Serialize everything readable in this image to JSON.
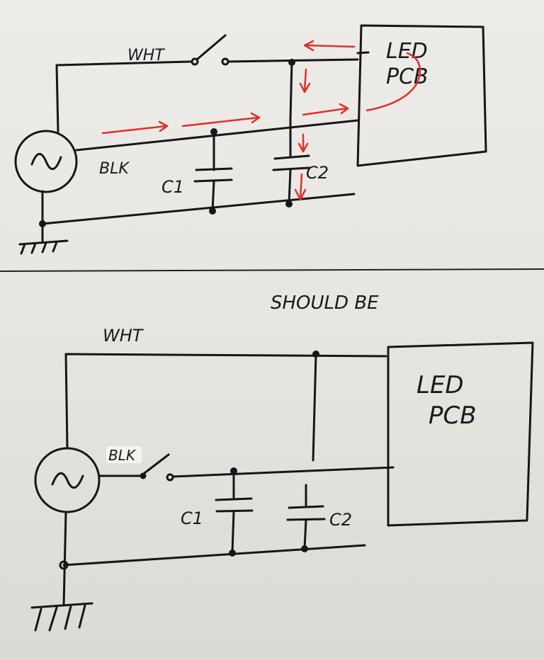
{
  "top_circuit": {
    "wht_label": "WHT",
    "blk_label": "BLK",
    "pcb_label_line1": "LED",
    "pcb_label_line2": "PCB",
    "c1_label": "C1",
    "c2_label": "C2",
    "source_symbol": "~",
    "highlight_color": "#e0302a"
  },
  "divider_caption": "SHOULD BE",
  "bottom_circuit": {
    "wht_label": "WHT",
    "blk_label": "BLK",
    "pcb_label_line1": "LED",
    "pcb_label_line2": "PCB",
    "c1_label": "C1",
    "c2_label": "C2",
    "source_symbol": "~"
  }
}
